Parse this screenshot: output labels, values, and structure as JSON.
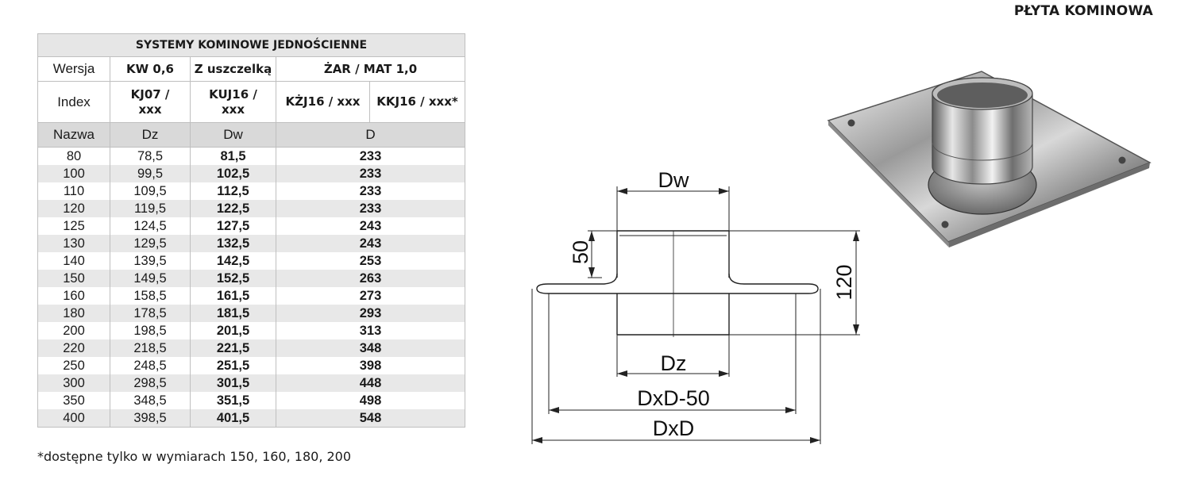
{
  "page_title": "PŁYTA KOMINOWA",
  "table": {
    "title": "SYSTEMY KOMINOWE JEDNOŚCIENNE",
    "wersja": {
      "label": "Wersja",
      "kw": "KW 0,6",
      "z_uszczelka": "Z uszczelką",
      "zar_mat": "ŻAR / MAT 1,0"
    },
    "index": {
      "label": "Index",
      "kj07": "KJ07 / xxx",
      "kuj16": "KUJ16 / xxx",
      "kzj16": "KŻJ16 / xxx",
      "kkj16": "KKJ16 / xxx*"
    },
    "nazwa": {
      "label": "Nazwa",
      "dz": "Dz",
      "dw": "Dw",
      "d": "D"
    },
    "rows": [
      {
        "nazwa": "80",
        "dz": "78,5",
        "dw": "81,5",
        "d": "233"
      },
      {
        "nazwa": "100",
        "dz": "99,5",
        "dw": "102,5",
        "d": "233"
      },
      {
        "nazwa": "110",
        "dz": "109,5",
        "dw": "112,5",
        "d": "233"
      },
      {
        "nazwa": "120",
        "dz": "119,5",
        "dw": "122,5",
        "d": "233"
      },
      {
        "nazwa": "125",
        "dz": "124,5",
        "dw": "127,5",
        "d": "243"
      },
      {
        "nazwa": "130",
        "dz": "129,5",
        "dw": "132,5",
        "d": "243"
      },
      {
        "nazwa": "140",
        "dz": "139,5",
        "dw": "142,5",
        "d": "253"
      },
      {
        "nazwa": "150",
        "dz": "149,5",
        "dw": "152,5",
        "d": "263"
      },
      {
        "nazwa": "160",
        "dz": "158,5",
        "dw": "161,5",
        "d": "273"
      },
      {
        "nazwa": "180",
        "dz": "178,5",
        "dw": "181,5",
        "d": "293"
      },
      {
        "nazwa": "200",
        "dz": "198,5",
        "dw": "201,5",
        "d": "313"
      },
      {
        "nazwa": "220",
        "dz": "218,5",
        "dw": "221,5",
        "d": "348"
      },
      {
        "nazwa": "250",
        "dz": "248,5",
        "dw": "251,5",
        "d": "398"
      },
      {
        "nazwa": "300",
        "dz": "298,5",
        "dw": "301,5",
        "d": "448"
      },
      {
        "nazwa": "350",
        "dz": "348,5",
        "dw": "351,5",
        "d": "498"
      },
      {
        "nazwa": "400",
        "dz": "398,5",
        "dw": "401,5",
        "d": "548"
      }
    ]
  },
  "footnote": "*dostępne tylko w wymiarach 150, 160, 180, 200",
  "drawing": {
    "label_dw": "Dw",
    "label_50": "50",
    "label_120": "120",
    "label_dz": "Dz",
    "label_dxd50": "DxD-50",
    "label_dxd": "DxD"
  },
  "colors": {
    "header_bg": "#e6e6e6",
    "stripe_bg": "#e8e8e8",
    "nazwa_bg": "#d9d9d9",
    "border": "#bfbfbf"
  }
}
